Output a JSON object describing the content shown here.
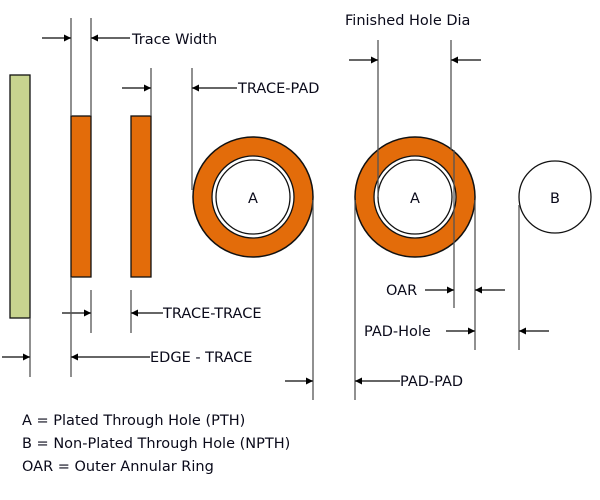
{
  "colors": {
    "copper": "#e36c0a",
    "board": "#c8d48f",
    "outline": "#111111"
  },
  "labels": {
    "trace_width": "Trace Width",
    "trace_pad": "TRACE-PAD",
    "finished_hole_dia": "Finished Hole Dia",
    "oar": "OAR",
    "pad_hole": "PAD-Hole",
    "trace_trace": "TRACE-TRACE",
    "edge_trace": "EDGE - TRACE",
    "pad_pad": "PAD-PAD",
    "hole_a1": "A",
    "hole_a2": "A",
    "hole_b": "B"
  },
  "legend": [
    "A = Plated Through Hole (PTH)",
    "B = Non-Plated Through Hole (NPTH)",
    "OAR = Outer Annular Ring"
  ]
}
